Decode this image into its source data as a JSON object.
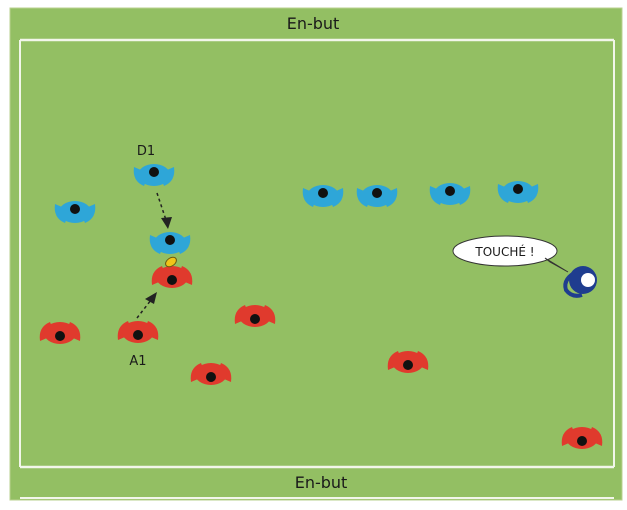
{
  "field": {
    "top_zone_label": "En-but",
    "bottom_zone_label": "En-but",
    "colors": {
      "grass": "#93bf63",
      "grass_dark": "#86b357",
      "line": "#f2f6ea"
    }
  },
  "labels": {
    "defender_d1": "D1",
    "attacker_a1": "A1",
    "callout": "TOUCHÉ !"
  },
  "teams": {
    "defense": {
      "color": "#2ea6d8"
    },
    "attack": {
      "color": "#e03a2d"
    },
    "referee": {
      "color": "#1f3d8f"
    }
  },
  "ball": {
    "color": "#f0c419"
  }
}
